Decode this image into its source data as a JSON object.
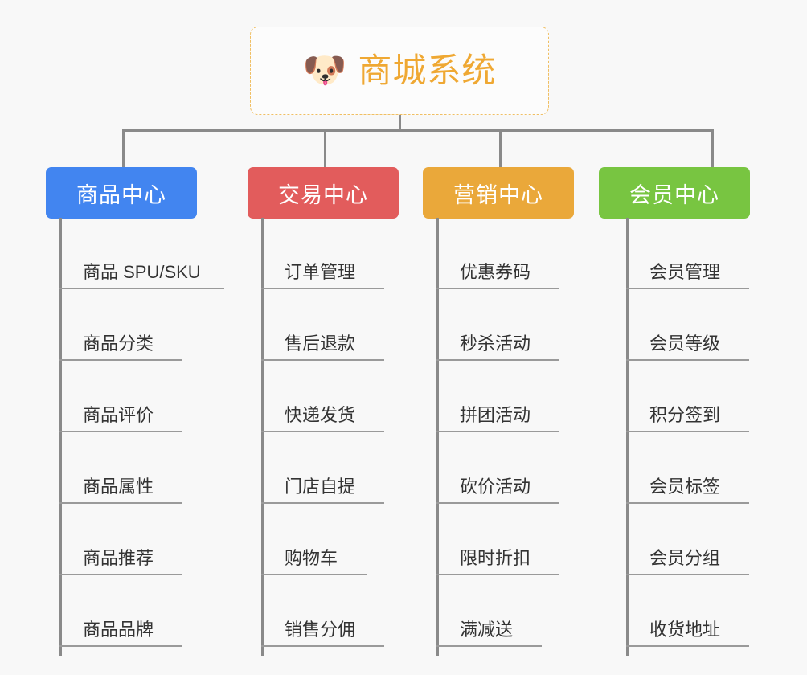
{
  "diagram": {
    "title": "商城系统",
    "root": {
      "label": "商城系统",
      "icon": "shiba-dog-face-emoji",
      "emoji": "🐶",
      "text_color": "#efa833",
      "border_color": "#f0bf63",
      "background": "#fcfcfc"
    },
    "canvas_background": "#f8f8f8",
    "connector_color": "#8a8a8a",
    "leaf_text_color": "#333333",
    "leaf_rule_color": "#9a9a9a",
    "categories": [
      {
        "label": "商品中心",
        "color": "#4285f0",
        "items": [
          "商品 SPU/SKU",
          "商品分类",
          "商品评价",
          "商品属性",
          "商品推荐",
          "商品品牌"
        ]
      },
      {
        "label": "交易中心",
        "color": "#e25c5c",
        "items": [
          "订单管理",
          "售后退款",
          "快递发货",
          "门店自提",
          "购物车",
          "销售分佣"
        ]
      },
      {
        "label": "营销中心",
        "color": "#eaa83a",
        "items": [
          "优惠券码",
          "秒杀活动",
          "拼团活动",
          "砍价活动",
          "限时折扣",
          "满减送"
        ]
      },
      {
        "label": "会员中心",
        "color": "#78c541",
        "items": [
          "会员管理",
          "会员等级",
          "积分签到",
          "会员标签",
          "会员分组",
          "收货地址"
        ]
      }
    ]
  }
}
